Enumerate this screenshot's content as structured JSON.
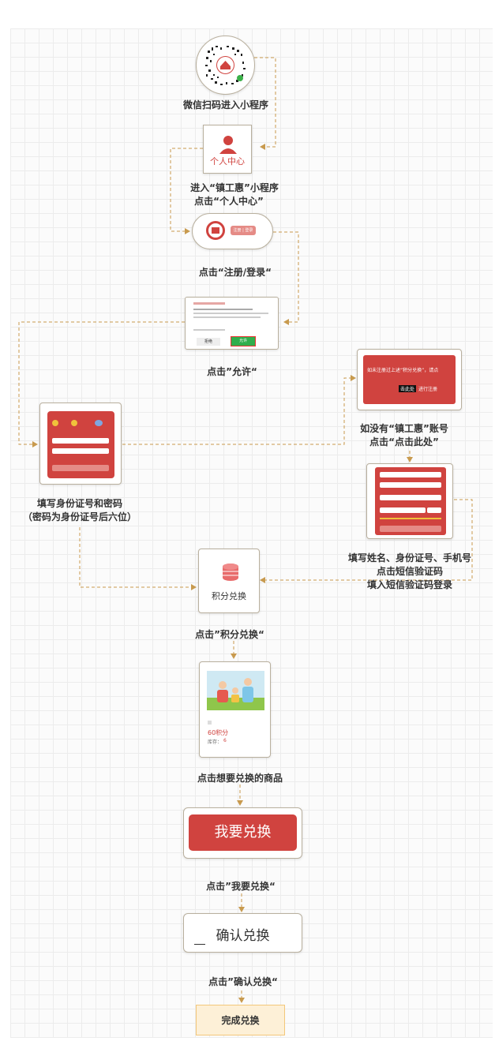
{
  "colors": {
    "accent": "#d0433f",
    "connector": "#c89a4e",
    "final_bg": "#fdf0d7",
    "final_border": "#f3c77a"
  },
  "steps": {
    "scan": "微信扫码进入小程序",
    "enter_line1": "进入“镇工惠”小程序",
    "enter_line2": "点击“个人中心”",
    "register": "点击“注册/登录“",
    "allow": "点击”允许“",
    "no_account_line1": "如没有“镇工惠”账号",
    "no_account_line2": "点击“点击此处”",
    "fill_id_line1": "填写身份证号和密码",
    "fill_id_line2": "（密码为身份证号后六位）",
    "fill_info_line1": "填写姓名、身份证号、手机号",
    "fill_info_line2": "点击短信验证码",
    "fill_info_line3": "填入短信验证码登录",
    "points": "点击”积分兑换“",
    "product": "点击想要兑换的商品",
    "want": "点击”我要兑换“",
    "confirm": "点击”确认兑换“"
  },
  "cards": {
    "personal_center": "个人中心",
    "register_btn": "注册 | 登录",
    "allow_deny": "拒绝",
    "allow_ok": "允许",
    "banner_text_a": "如未注册过上述“积分兑换”，请点",
    "banner_text_b": "击此处",
    "banner_text_c": "进行注册",
    "points_label": "积分兑换",
    "product_points": "60积分",
    "product_stock": "库存：",
    "product_stock_value": "6",
    "want_button": "我要兑换",
    "confirm_button": "确认兑换",
    "final": "完成兑换"
  },
  "icons": {
    "qr": "qr-code-icon",
    "person": "person-icon",
    "coins": "coin-stack-icon",
    "family": "family-photo-icon"
  }
}
